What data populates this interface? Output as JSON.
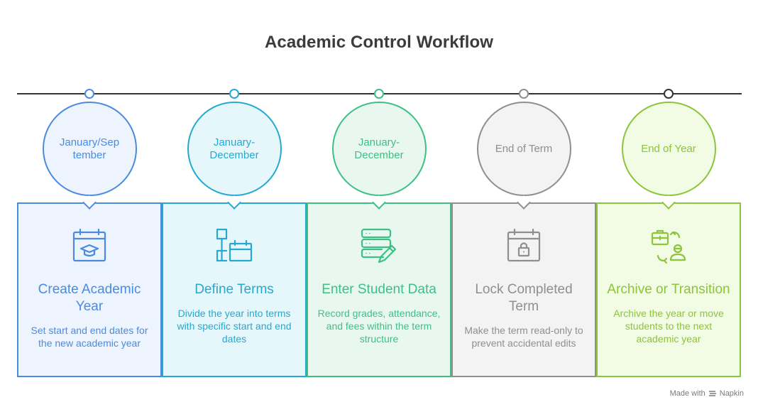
{
  "title": "Academic Control Workflow",
  "steps": [
    {
      "time": "January/September",
      "title": "Create Academic Year",
      "description": "Set start and end dates for the new academic year",
      "icon": "calendar-graduation-cap-icon",
      "color": "#4a8be0",
      "fill": "#eef4fd",
      "circle_fill": "#eef4fd"
    },
    {
      "time": "January-December",
      "title": "Define Terms",
      "description": "Divide the year into terms with specific start and end dates",
      "icon": "terms-calendar-icon",
      "color": "#26a9cf",
      "fill": "#e6f7fc",
      "circle_fill": "#e6f7fc"
    },
    {
      "time": "January-December",
      "title": "Enter Student Data",
      "description": "Record grades, attendance, and fees within the term structure",
      "icon": "database-pencil-icon",
      "color": "#3fbf85",
      "fill": "#e8f8f0",
      "circle_fill": "#e8f8f0"
    },
    {
      "time": "End of Term",
      "title": "Lock Completed Term",
      "description": "Make the term read-only to prevent accidental edits",
      "icon": "calendar-lock-icon",
      "color": "#8f8f8f",
      "fill": "#f3f3f3",
      "circle_fill": "#f3f3f3"
    },
    {
      "time": "End of Year",
      "title": "Archive or Transition",
      "description": "Archive the year or move students to the next academic year",
      "icon": "briefcase-transfer-icon",
      "color": "#8cc43c",
      "fill": "#f2fbe3",
      "circle_fill": "#f2fbe3"
    }
  ],
  "footer": {
    "made_with": "Made with",
    "brand": "Napkin"
  }
}
